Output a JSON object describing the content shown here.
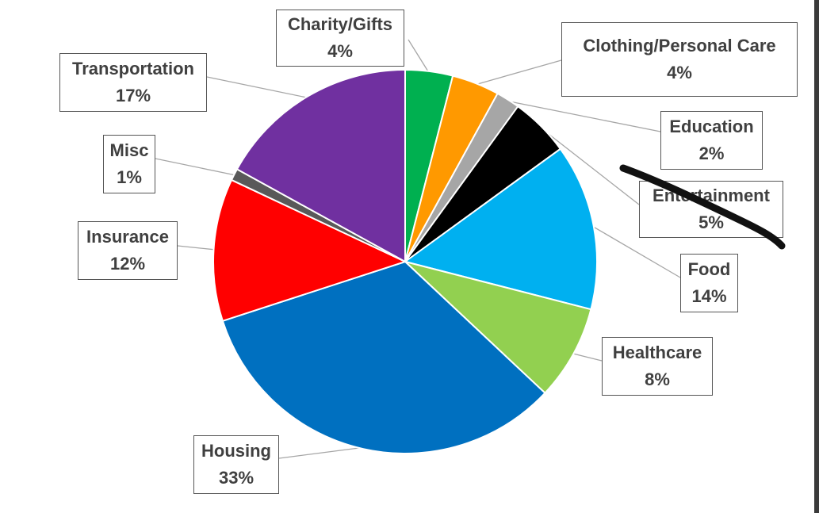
{
  "chart_data": {
    "type": "pie",
    "title": "",
    "start_angle_deg": 0,
    "direction": "clockwise",
    "slices": [
      {
        "label": "Charity/Gifts",
        "value": 4,
        "display": "4%",
        "color": "#00b050"
      },
      {
        "label": "Clothing/Personal Care",
        "value": 4,
        "display": "4%",
        "color": "#ff9900"
      },
      {
        "label": "Education",
        "value": 2,
        "display": "2%",
        "color": "#a6a6a6"
      },
      {
        "label": "Entertainment",
        "value": 5,
        "display": "5%",
        "color": "#000000"
      },
      {
        "label": "Food",
        "value": 14,
        "display": "14%",
        "color": "#00b0f0"
      },
      {
        "label": "Healthcare",
        "value": 8,
        "display": "8%",
        "color": "#92d050"
      },
      {
        "label": "Housing",
        "value": 33,
        "display": "33%",
        "color": "#0070c0"
      },
      {
        "label": "Insurance",
        "value": 12,
        "display": "12%",
        "color": "#ff0000"
      },
      {
        "label": "Misc",
        "value": 1,
        "display": "1%",
        "color": "#595959"
      },
      {
        "label": "Transportation",
        "value": 17,
        "display": "17%",
        "color": "#7030a0"
      }
    ],
    "legend": "none",
    "annotation": "hand-drawn black strike-through over the Entertainment label"
  }
}
